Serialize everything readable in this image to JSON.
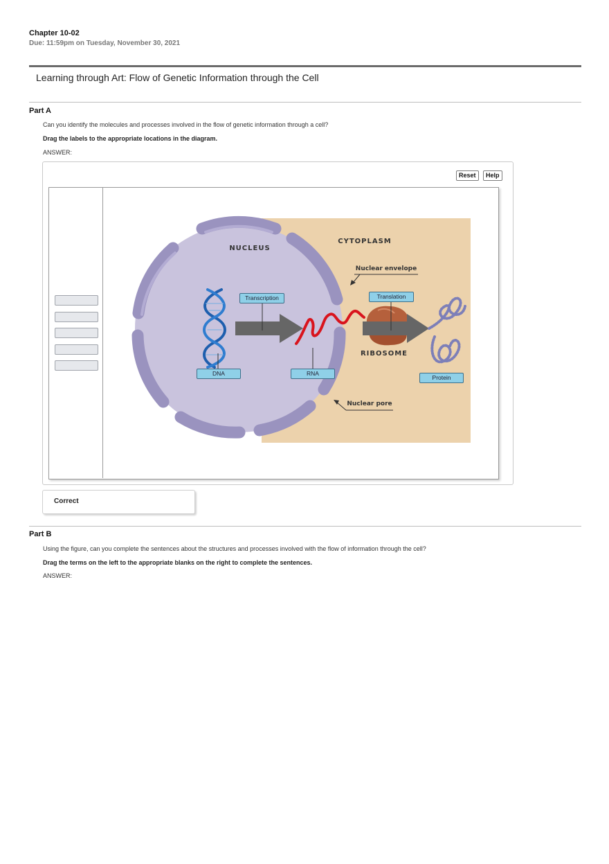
{
  "header": {
    "chapter": "Chapter 10-02",
    "due": "Due: 11:59pm on Tuesday, November 30, 2021"
  },
  "assignment": {
    "title": "Learning through Art: Flow of Genetic Information through the Cell"
  },
  "part_a": {
    "label": "Part A",
    "question": "Can you identify the molecules and processes involved in the flow of genetic information through a cell?",
    "instruction": "Drag the labels to the appropriate locations in the diagram.",
    "answer_label": "ANSWER:",
    "reset_label": "Reset",
    "help_label": "Help",
    "empty_slots": 5,
    "diagram": {
      "nucleus": "NUCLEUS",
      "cytoplasm": "CYTOPLASM",
      "nuclear_envelope": "Nuclear envelope",
      "ribosome": "RIBOSOME",
      "nuclear_pore": "Nuclear pore",
      "placed_labels": {
        "transcription": "Transcription",
        "translation": "Translation",
        "dna": "DNA",
        "rna": "RNA",
        "protein": "Protein"
      }
    },
    "feedback": "Correct"
  },
  "part_b": {
    "label": "Part B",
    "question": "Using the figure, can you complete the sentences about the structures and processes involved with the flow of information through the cell?",
    "instruction": "Drag the terms on the left to the appropriate blanks on the right to complete the sentences.",
    "answer_label": "ANSWER:"
  },
  "colors": {
    "nucleus_fill": "#c9c3dd",
    "envelope": "#9a93bf",
    "cytoplasm": "#ecd2ac",
    "dna": "#1e5fae",
    "rna": "#d9141d",
    "ribosome": "#b5603c",
    "protein": "#7d7fb8",
    "arrow": "#666666",
    "label_fill": "#8fd0e8"
  }
}
